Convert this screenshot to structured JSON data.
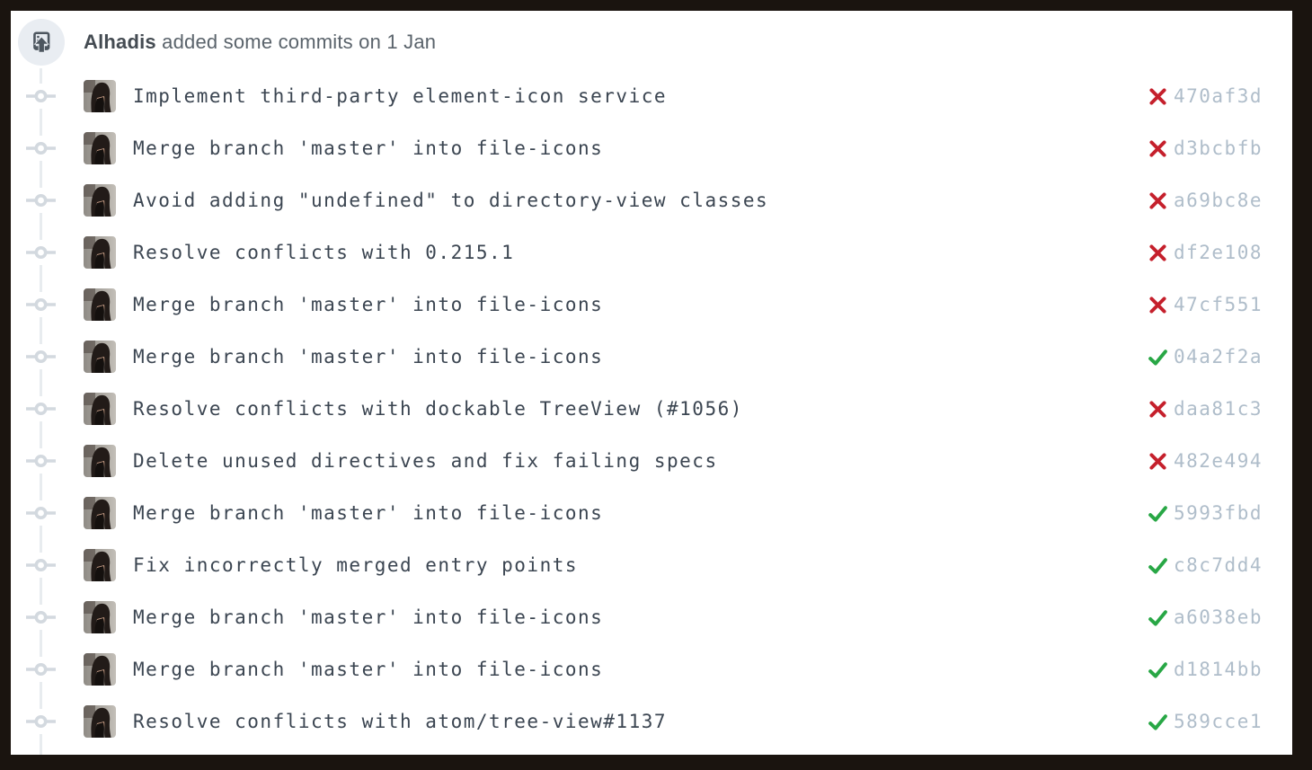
{
  "frame": {
    "background": "#1a140f",
    "panel_background": "#ffffff"
  },
  "header": {
    "author": "Alhadis",
    "action_text": " added some commits on 1 Jan",
    "icon": "repo-push-icon"
  },
  "timeline": {
    "line_color": "#e8ecef",
    "commit_icon_color": "#d3d9df"
  },
  "status_colors": {
    "success": "#28a745",
    "failure": "#c5202c"
  },
  "sha_color": "#afbdca",
  "commits": [
    {
      "message": "Implement third-party element-icon service",
      "sha": "470af3d",
      "status": "failure"
    },
    {
      "message": "Merge branch 'master' into file-icons",
      "sha": "d3bcbfb",
      "status": "failure"
    },
    {
      "message": "Avoid adding \"undefined\" to directory-view classes",
      "sha": "a69bc8e",
      "status": "failure"
    },
    {
      "message": "Resolve conflicts with 0.215.1",
      "sha": "df2e108",
      "status": "failure"
    },
    {
      "message": "Merge branch 'master' into file-icons",
      "sha": "47cf551",
      "status": "failure"
    },
    {
      "message": "Merge branch 'master' into file-icons",
      "sha": "04a2f2a",
      "status": "success"
    },
    {
      "message": "Resolve conflicts with dockable TreeView (#1056)",
      "sha": "daa81c3",
      "status": "failure"
    },
    {
      "message": "Delete unused directives and fix failing specs",
      "sha": "482e494",
      "status": "failure"
    },
    {
      "message": "Merge branch 'master' into file-icons",
      "sha": "5993fbd",
      "status": "success"
    },
    {
      "message": "Fix incorrectly merged entry points",
      "sha": "c8c7dd4",
      "status": "success"
    },
    {
      "message": "Merge branch 'master' into file-icons",
      "sha": "a6038eb",
      "status": "success"
    },
    {
      "message": "Merge branch 'master' into file-icons",
      "sha": "d1814bb",
      "status": "success"
    },
    {
      "message": "Resolve conflicts with atom/tree-view#1137",
      "sha": "589cce1",
      "status": "success"
    }
  ]
}
